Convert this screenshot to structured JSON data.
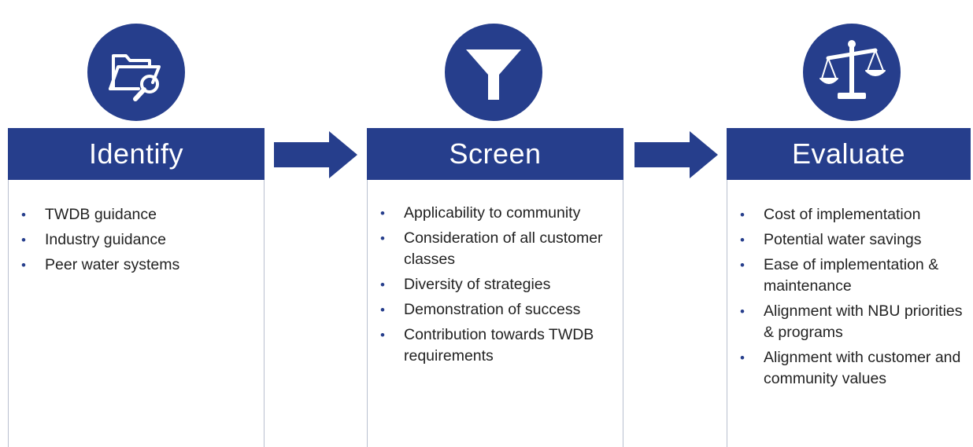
{
  "colors": {
    "primary": "#263e8c",
    "text": "#222222",
    "divider": "#b9c0cf"
  },
  "steps": [
    {
      "icon": "folder-search-icon",
      "title": "Identify",
      "items": [
        "TWDB guidance",
        "Industry guidance",
        "Peer water systems"
      ]
    },
    {
      "icon": "funnel-icon",
      "title": "Screen",
      "items": [
        "Applicability to community",
        "Consideration of all customer classes",
        "Diversity of strategies",
        "Demonstration of success",
        "Contribution towards TWDB requirements"
      ]
    },
    {
      "icon": "balance-scale-icon",
      "title": "Evaluate",
      "items": [
        "Cost of implementation",
        "Potential water savings",
        "Ease of implementation & maintenance",
        "Alignment with NBU priorities & programs",
        "Alignment with customer and community values"
      ]
    }
  ],
  "connectors": [
    "arrow-right-icon",
    "arrow-right-icon"
  ]
}
